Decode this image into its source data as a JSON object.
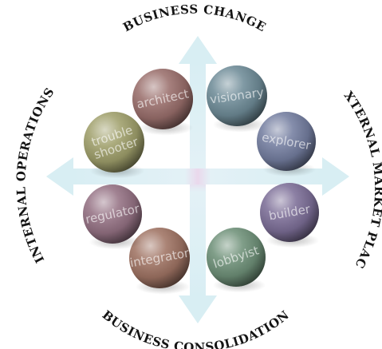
{
  "axes": {
    "top": "BUSINESS CHANGE",
    "bottom": "BUSINESS CONSOLIDATION",
    "left": "INTERNAL OPERATIONS",
    "right": "EXTERNAL MARKET PLACE"
  },
  "roles": [
    {
      "id": "architect",
      "lines": [
        "architect"
      ],
      "color": "#9a6f6c"
    },
    {
      "id": "visionary",
      "lines": [
        "visionary"
      ],
      "color": "#6f8c98"
    },
    {
      "id": "explorer",
      "lines": [
        "explorer"
      ],
      "color": "#747ea0"
    },
    {
      "id": "builder",
      "lines": [
        "builder"
      ],
      "color": "#7d6f98"
    },
    {
      "id": "lobbyist",
      "lines": [
        "lobbyist"
      ],
      "color": "#6f9179"
    },
    {
      "id": "integrator",
      "lines": [
        "integrator"
      ],
      "color": "#a07464"
    },
    {
      "id": "regulator",
      "lines": [
        "regulator"
      ],
      "color": "#957284"
    },
    {
      "id": "troubleshooter",
      "lines": [
        "trouble",
        "shooter"
      ],
      "color": "#a0a06c"
    }
  ]
}
